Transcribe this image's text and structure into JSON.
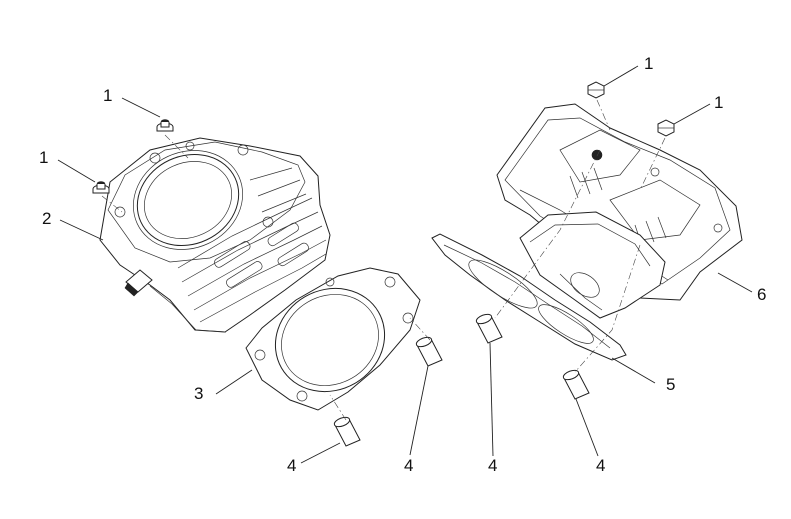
{
  "callouts": {
    "c1": "1",
    "c2": "1",
    "c3": "1",
    "c4": "1",
    "c5": "2",
    "c6": "3",
    "c7": "4",
    "c8": "4",
    "c9": "4",
    "c10": "4",
    "c11": "5",
    "c12": "6"
  }
}
